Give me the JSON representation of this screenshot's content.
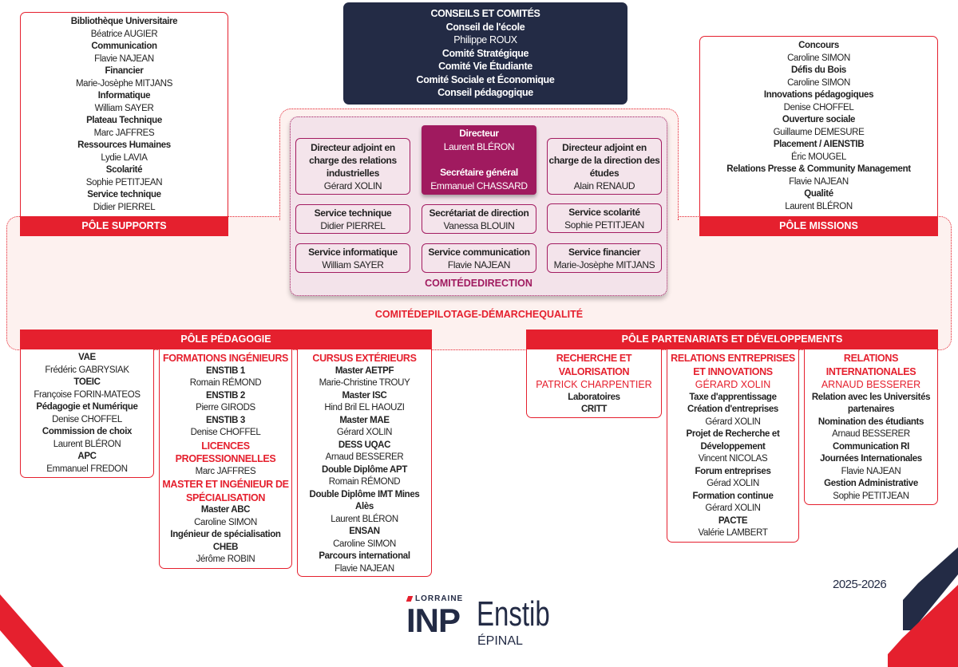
{
  "conseils": [
    "CONSEILS ET COMITÉS",
    "Conseil de l'école",
    "Philippe ROUX",
    "Comité Stratégique",
    "Comité Vie Étudiante",
    "Comité Sociale et Économique",
    "Conseil pédagogique"
  ],
  "pole_supports": {
    "label": "PÔLE SUPPORTS",
    "lines": [
      {
        "t": "Bibliothèque Universitaire",
        "s": "b"
      },
      {
        "t": "Béatrice AUGIER",
        "s": "n"
      },
      {
        "t": "Communication",
        "s": "b"
      },
      {
        "t": "Flavie NAJEAN",
        "s": "n"
      },
      {
        "t": "Financier",
        "s": "b"
      },
      {
        "t": "Marie-Josèphe MITJANS",
        "s": "n"
      },
      {
        "t": "Informatique",
        "s": "b"
      },
      {
        "t": "William SAYER",
        "s": "n"
      },
      {
        "t": "Plateau Technique",
        "s": "b"
      },
      {
        "t": "Marc JAFFRES",
        "s": "n"
      },
      {
        "t": "Ressources Humaines",
        "s": "b"
      },
      {
        "t": "Lydie LAVIA",
        "s": "n"
      },
      {
        "t": "Scolarité",
        "s": "b"
      },
      {
        "t": "Sophie PETITJEAN",
        "s": "n"
      },
      {
        "t": "Service technique",
        "s": "b"
      },
      {
        "t": "Didier PIERREL",
        "s": "n"
      }
    ]
  },
  "pole_missions": {
    "label": "PÔLE MISSIONS",
    "lines": [
      {
        "t": "Concours",
        "s": "b"
      },
      {
        "t": "Caroline SIMON",
        "s": "n"
      },
      {
        "t": "Défis du Bois",
        "s": "b"
      },
      {
        "t": "Caroline SIMON",
        "s": "n"
      },
      {
        "t": "Innovations pédagogiques",
        "s": "b"
      },
      {
        "t": "Denise CHOFFEL",
        "s": "n"
      },
      {
        "t": "Ouverture sociale",
        "s": "b"
      },
      {
        "t": "Guillaume DEMESURE",
        "s": "n"
      },
      {
        "t": "Placement / AIENSTIB",
        "s": "b"
      },
      {
        "t": "Éric MOUGEL",
        "s": "n"
      },
      {
        "t": "Relations Presse & Community Management",
        "s": "b"
      },
      {
        "t": "Flavie NAJEAN",
        "s": "n"
      },
      {
        "t": "Qualité",
        "s": "b"
      },
      {
        "t": "Laurent BLÉRON",
        "s": "n"
      }
    ]
  },
  "comite_direction": {
    "label": "COMITÉDEDIRECTION",
    "directeur": {
      "title": "Directeur",
      "name": "Laurent BLÉRON",
      "title2": "Secrétaire général",
      "name2": "Emmanuel CHASSARD"
    },
    "boxes": [
      {
        "title": "Directeur adjoint en charge des relations industrielles",
        "name": "Gérard XOLIN"
      },
      {
        "title": "Directeur adjoint en charge de la direction des études",
        "name": "Alain RENAUD"
      },
      {
        "title": "Service technique",
        "name": "Didier PIERREL"
      },
      {
        "title": "Secrétariat de direction",
        "name": "Vanessa BLOUIN"
      },
      {
        "title": "Service scolarité",
        "name": "Sophie PETITJEAN"
      },
      {
        "title": "Service informatique",
        "name": "William SAYER"
      },
      {
        "title": "Service communication",
        "name": "Flavie NAJEAN"
      },
      {
        "title": "Service financier",
        "name": "Marie-Josèphe MITJANS"
      }
    ]
  },
  "pilotage_label": "COMITÉDEPILOTAGE-DÉMARCHEQUALITÉ",
  "pole_pedagogie": {
    "label": "PÔLE PÉDAGOGIE",
    "columns": [
      [
        {
          "t": "VAE",
          "s": "b"
        },
        {
          "t": "Frédéric GABRYSIAK",
          "s": "n"
        },
        {
          "t": "TOEIC",
          "s": "b"
        },
        {
          "t": "Françoise FORIN-MATEOS",
          "s": "n"
        },
        {
          "t": "Pédagogie et Numérique",
          "s": "b"
        },
        {
          "t": "Denise CHOFFEL",
          "s": "n"
        },
        {
          "t": "Commission de choix",
          "s": "b"
        },
        {
          "t": "Laurent BLÉRON",
          "s": "n"
        },
        {
          "t": "APC",
          "s": "b"
        },
        {
          "t": "Emmanuel FREDON",
          "s": "n"
        }
      ],
      [
        {
          "t": "FORMATIONS INGÉNIEURS",
          "s": "h"
        },
        {
          "t": "ENSTIB 1",
          "s": "b"
        },
        {
          "t": "Romain RÉMOND",
          "s": "n"
        },
        {
          "t": "ENSTIB 2",
          "s": "b"
        },
        {
          "t": "Pierre GIRODS",
          "s": "n"
        },
        {
          "t": "ENSTIB 3",
          "s": "b"
        },
        {
          "t": "Denise CHOFFEL",
          "s": "n"
        },
        {
          "t": "LICENCES PROFESSIONNELLES",
          "s": "h"
        },
        {
          "t": "Marc JAFFRES",
          "s": "n"
        },
        {
          "t": "MASTER ET INGÉNIEUR DE SPÉCIALISATION",
          "s": "h"
        },
        {
          "t": "Master ABC",
          "s": "b"
        },
        {
          "t": "Caroline SIMON",
          "s": "n"
        },
        {
          "t": "Ingénieur de spécialisation",
          "s": "b"
        },
        {
          "t": "CHEB",
          "s": "b"
        },
        {
          "t": "Jérôme ROBIN",
          "s": "n"
        }
      ],
      [
        {
          "t": "CURSUS EXTÉRIEURS",
          "s": "h"
        },
        {
          "t": "Master AETPF",
          "s": "b"
        },
        {
          "t": "Marie-Christine TROUY",
          "s": "n"
        },
        {
          "t": "Master ISC",
          "s": "b"
        },
        {
          "t": "Hind Bril EL HAOUZI",
          "s": "n"
        },
        {
          "t": "Master MAE",
          "s": "b"
        },
        {
          "t": "Gérard XOLIN",
          "s": "n"
        },
        {
          "t": "DESS UQAC",
          "s": "b"
        },
        {
          "t": "Arnaud BESSERER",
          "s": "n"
        },
        {
          "t": "Double Diplôme APT",
          "s": "b"
        },
        {
          "t": "Romain RÉMOND",
          "s": "n"
        },
        {
          "t": "Double Diplôme IMT Mines Alès",
          "s": "bw"
        },
        {
          "t": "Laurent BLÉRON",
          "s": "n"
        },
        {
          "t": "ENSAN",
          "s": "b"
        },
        {
          "t": "Caroline SIMON",
          "s": "n"
        },
        {
          "t": "Parcours international",
          "s": "b"
        },
        {
          "t": "Flavie NAJEAN",
          "s": "n"
        }
      ]
    ]
  },
  "pole_partenariats": {
    "label": "PÔLE PARTENARIATS ET DÉVELOPPEMENTS",
    "columns": [
      [
        {
          "t": "RECHERCHE ET VALORISATION",
          "s": "h"
        },
        {
          "t": "PATRICK CHARPENTIER",
          "s": "r"
        },
        {
          "t": "Laboratoires",
          "s": "b"
        },
        {
          "t": "CRITT",
          "s": "b"
        }
      ],
      [
        {
          "t": "RELATIONS ENTREPRISES ET INNOVATIONS",
          "s": "h"
        },
        {
          "t": "GÉRARD XOLIN",
          "s": "r"
        },
        {
          "t": "Taxe d'apprentissage",
          "s": "b"
        },
        {
          "t": "Création d'entreprises",
          "s": "b"
        },
        {
          "t": "Gérard XOLIN",
          "s": "n"
        },
        {
          "t": "Projet de Recherche et Développement",
          "s": "bw"
        },
        {
          "t": "Vincent NICOLAS",
          "s": "n"
        },
        {
          "t": "Forum entreprises",
          "s": "b"
        },
        {
          "t": "Gérad XOLIN",
          "s": "n"
        },
        {
          "t": "Formation continue",
          "s": "b"
        },
        {
          "t": "Gérard XOLIN",
          "s": "n"
        },
        {
          "t": "PACTE",
          "s": "b"
        },
        {
          "t": "Valérie LAMBERT",
          "s": "n"
        }
      ],
      [
        {
          "t": "RELATIONS INTERNATIONALES",
          "s": "h"
        },
        {
          "t": "ARNAUD BESSERER",
          "s": "r"
        },
        {
          "t": "Relation avec les Universités partenaires",
          "s": "bw"
        },
        {
          "t": "Nomination des étudiants",
          "s": "b"
        },
        {
          "t": "Arnaud BESSERER",
          "s": "n"
        },
        {
          "t": "Communication RI",
          "s": "b"
        },
        {
          "t": "Journées Internationales",
          "s": "b"
        },
        {
          "t": "Flavie NAJEAN",
          "s": "n"
        },
        {
          "t": "Gestion Administrative",
          "s": "b"
        },
        {
          "t": "Sophie PETITJEAN",
          "s": "n"
        }
      ]
    ]
  },
  "logo": {
    "top": "LORRAINE",
    "inp": "INP",
    "name": "Enstib",
    "city": "ÉPINAL"
  },
  "year": "2025-2026",
  "colors": {
    "red": "#e5202e",
    "navy": "#232b45",
    "purple": "#a01a5f"
  }
}
